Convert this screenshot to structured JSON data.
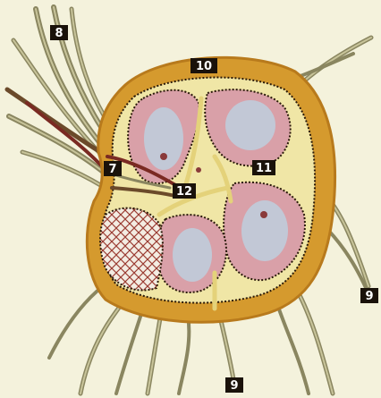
{
  "figure": {
    "labels": {
      "l7": "7",
      "l8": "8",
      "l9a": "9",
      "l9b": "9",
      "l10": "10",
      "l11": "11",
      "l12": "12"
    }
  },
  "colors": {
    "background": "#f4f2dc",
    "capsule": "#d59a2e",
    "capsule_edge": "#b87a1c",
    "sinus": "#f0e6a6",
    "cortex_pink": "#d9a0a8",
    "follicle_blue": "#c2c8d6",
    "label_box": "#1a120a",
    "vessel": "#8a8660",
    "vessel_light": "#c8c49a"
  }
}
